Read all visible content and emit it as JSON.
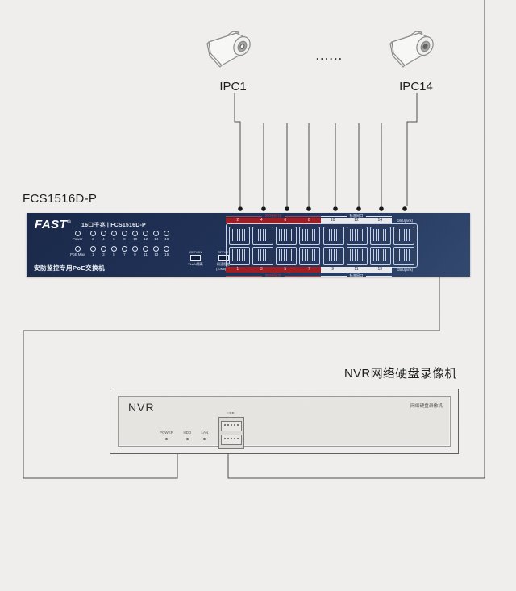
{
  "colors": {
    "page_bg": "#f0efee",
    "switch_navy": "#1d2c4f",
    "band_red": "#9e1d24",
    "wire": "#4d4d4d"
  },
  "cameras": {
    "ipc1_label": "IPC1",
    "ipc14_label": "IPC14",
    "ellipsis": "......"
  },
  "switch": {
    "callout_label": "FCS1516D-P",
    "brand": "FAST",
    "brand_reg": "®",
    "model_line": "16口千兆 | FCS1516D-P",
    "tagline": "安防监控专用PoE交换机",
    "led_rows": [
      {
        "label": "Power",
        "numbers": [
          "2",
          "4",
          "6",
          "8",
          "10",
          "12",
          "14",
          "16"
        ]
      },
      {
        "label": "PoE Max",
        "numbers": [
          "1",
          "3",
          "5",
          "7",
          "9",
          "11",
          "13",
          "15"
        ]
      }
    ],
    "dip_switches": [
      {
        "state_label": "OFF/ON",
        "label": "VLAN隔离",
        "sub_label": ""
      },
      {
        "state_label": "OFF/ON",
        "label": "网速限定",
        "sub_label": "(10Mbps)"
      }
    ],
    "ports": {
      "red_group_label": "250米网口",
      "white_group_label": "标准网口",
      "top_red_numbers": [
        "2",
        "4",
        "6",
        "8"
      ],
      "top_white_numbers": [
        "10",
        "12",
        "14"
      ],
      "top_uplink_label": "16(Uplink)",
      "bottom_red_numbers": [
        "1",
        "3",
        "5",
        "7"
      ],
      "bottom_white_numbers": [
        "9",
        "11",
        "13"
      ],
      "bottom_uplink_label": "15(Uplink)"
    }
  },
  "nvr": {
    "callout_label": "NVR网络硬盘录像机",
    "name": "NVR",
    "corner_label": "网络硬盘录像机",
    "led_labels": [
      "POWER",
      "HDD",
      "LAN"
    ],
    "usb_label": "USB"
  }
}
